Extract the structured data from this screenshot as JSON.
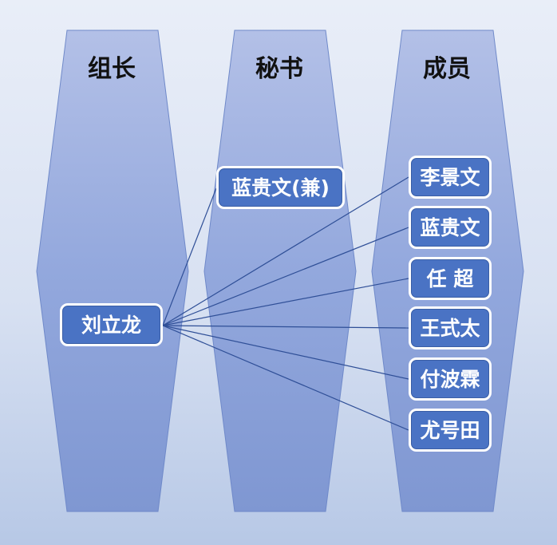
{
  "headers": {
    "col1": "组长",
    "col2": "秘书",
    "col3": "成员"
  },
  "nodes": {
    "leader": "刘立龙",
    "secretary": "蓝贵文(兼)",
    "members": [
      "李景文",
      "蓝贵文",
      "任 超",
      "王式太",
      "付波霖",
      "尤号田"
    ]
  },
  "colors": {
    "column_fill": "#8fa6db",
    "node_fill": "#4a73c4",
    "line": "#2f4f97"
  }
}
